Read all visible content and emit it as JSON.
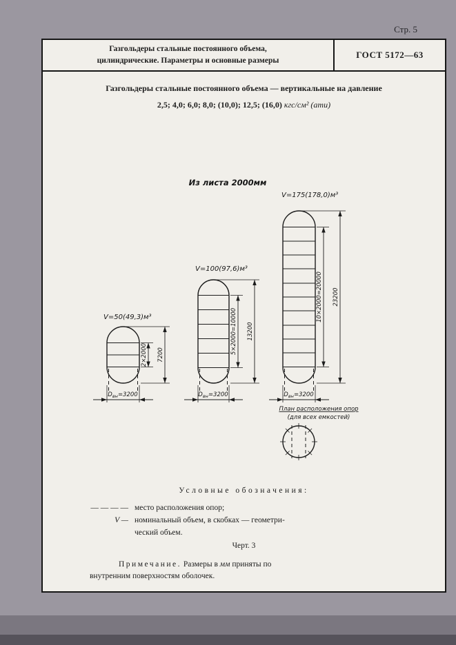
{
  "page": {
    "number_label": "Стр. 5"
  },
  "header": {
    "title_line1": "Газгольдеры стальные постоянного объема,",
    "title_line2": "цилиндрические. Параметры и основные размеры",
    "standard_label": "ГОСТ 5172—63"
  },
  "intro": {
    "line1": "Газгольдеры стальные постоянного объема — вертикальные на давление",
    "pressures": "2,5; 4,0; 6,0; 8,0; (10,0); 12,5; (16,0)",
    "units": "кгс/см² (ати)"
  },
  "drawing": {
    "sheet_note": "Из листа 2000мм",
    "tanks": [
      {
        "volume_label": "V=50(49,3)м³",
        "courses_dim": "2×2000",
        "height_dim": "7200",
        "dia_prefix": "D",
        "dia_sub": "вн",
        "dia_value": "=3200"
      },
      {
        "volume_label": "V=100(97,6)м³",
        "courses_dim": "5×2000=10000",
        "height_dim": "13200",
        "dia_prefix": "D",
        "dia_sub": "вн",
        "dia_value": "=3200"
      },
      {
        "volume_label": "V=175(178,0)м³",
        "courses_dim": "10×2000=20000",
        "height_dim": "23200",
        "dia_prefix": "D",
        "dia_sub": "вн",
        "dia_value": "=3200"
      }
    ],
    "support_plan": {
      "line1": "План расположения опор",
      "line2": "(для всех емкостей)"
    }
  },
  "legend": {
    "heading": "Условные обозначения:",
    "item1_symbol": "— — — —",
    "item1_text": "место расположения опор;",
    "item2_symbol": "V —",
    "item2_text_line1": "номинальный объем, в скобках — геометри-",
    "item2_text_line2": "ческий объем."
  },
  "figure_label": "Черт. 3",
  "note": {
    "label": "Примечание.",
    "text_pre": "Размеры  в",
    "text_mm": "мм",
    "text_post": "приняты по",
    "line2": "внутренним поверхностям оболочек."
  }
}
